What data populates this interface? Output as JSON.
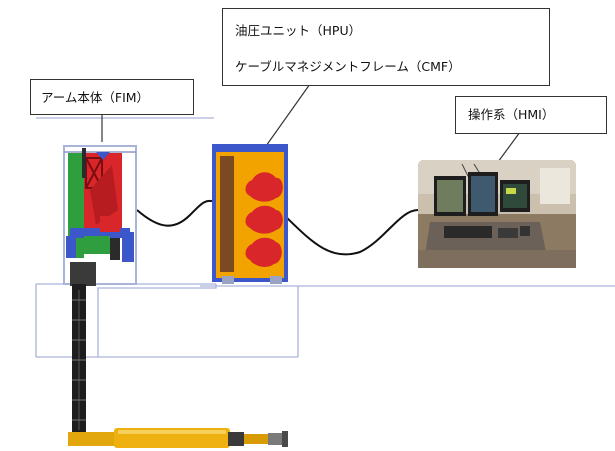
{
  "labels": {
    "hpu_line1": "油圧ユニット（HPU）",
    "hpu_line2": "ケーブルマネジメントフレーム（CMF）",
    "fim": "アーム本体（FIM）",
    "hmi": "操作系（HMI）"
  },
  "colors": {
    "frame_line": "#a9b4d9",
    "panel_blue": "#3b57c9",
    "hpu_orange": "#f2a300",
    "hpu_red": "#d8262a",
    "arm_red": "#d8262a",
    "arm_green": "#2f9e3e",
    "arm_dark": "#2b2b2b",
    "boom_yellow": "#efb112",
    "cable": "#111111"
  },
  "icons": {
    "hmi_photo": "operator-console-photo"
  }
}
